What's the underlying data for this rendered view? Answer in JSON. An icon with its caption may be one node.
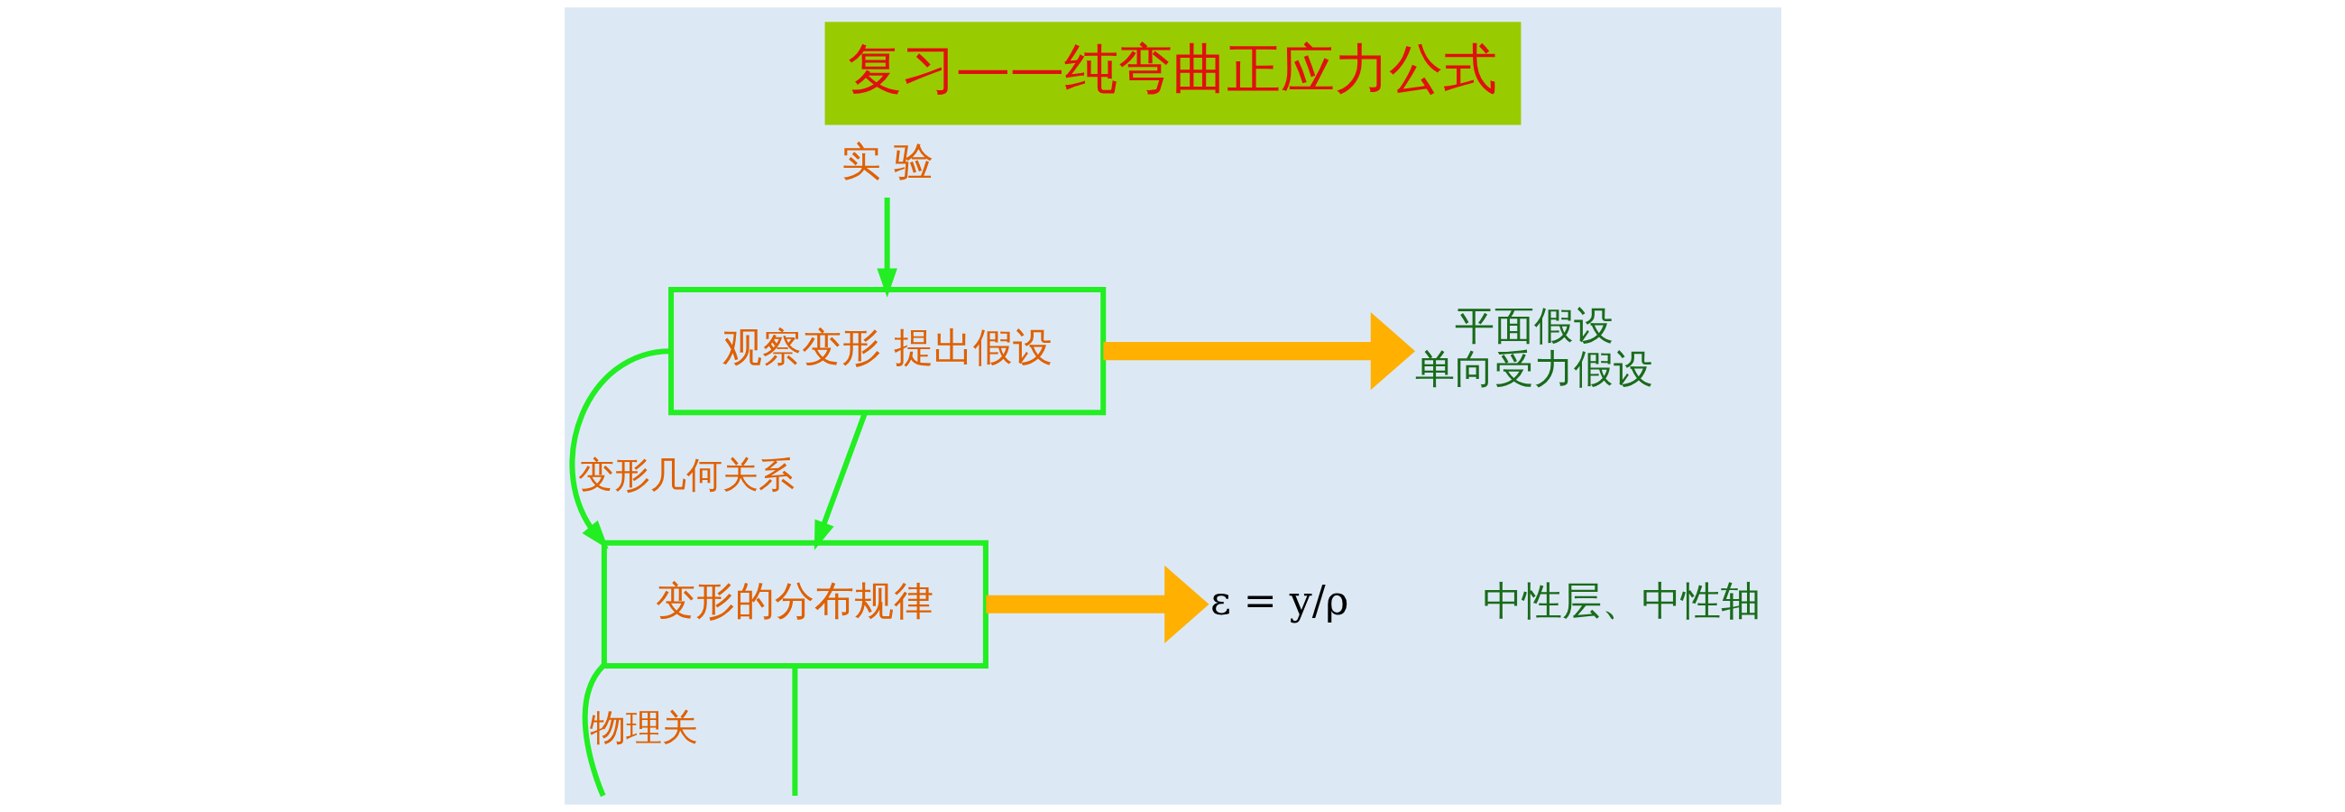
{
  "diagram": {
    "title": "复习——纯弯曲正应力公式",
    "nodes": [
      {
        "text": [
          "实 验"
        ]
      },
      {
        "text": [
          "观察变形 提出假设"
        ]
      },
      {
        "text": [
          "变形的分布规律"
        ]
      },
      {
        "text": [
          "平面假设",
          "单向受力假设"
        ]
      },
      {
        "text": [
          "ε = y/ρ"
        ]
      }
    ],
    "edges": [
      {
        "from": 0,
        "to": 1,
        "arrow": "to"
      },
      {
        "from": 1,
        "to": 2,
        "arrow": "to"
      },
      {
        "from": 1,
        "to": 2,
        "arrow": "to",
        "label": "变形几何关系"
      },
      {
        "from": 2,
        "to": null,
        "arrow": "none",
        "label": "物理关"
      },
      {
        "from": 2,
        "to": null,
        "arrow": "none"
      },
      {
        "from": 1,
        "to": 3,
        "arrow": "to",
        "style": "thick",
        "color": "#ffb000"
      },
      {
        "from": 2,
        "to": 4,
        "arrow": "to",
        "style": "thick",
        "color": "#ffb000"
      }
    ],
    "labels": [
      "中性层、中性轴"
    ]
  }
}
